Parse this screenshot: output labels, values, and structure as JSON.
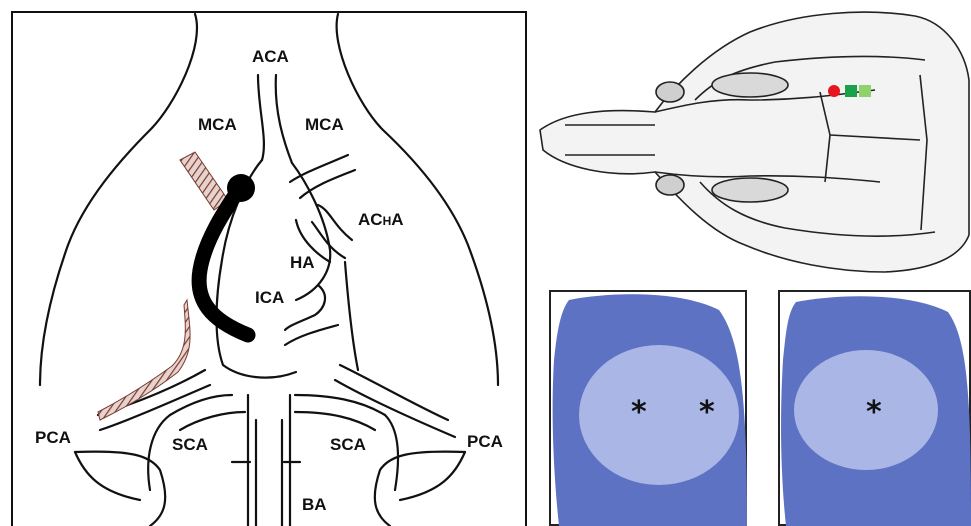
{
  "vessel_diagram": {
    "labels": {
      "aca": "ACA",
      "mca_left": "MCA",
      "mca_right": "MCA",
      "acha": "AC",
      "acha_small": "H",
      "acha_tail": "A",
      "ha": "HA",
      "ica": "ICA",
      "pca_left": "PCA",
      "pca_right": "PCA",
      "sca_left": "SCA",
      "sca_right": "SCA",
      "ba": "BA"
    },
    "colors": {
      "line": "#111111",
      "occluder": "#000000",
      "hatch_fill": "#c9a9a0",
      "hatch_stroke": "#7a3b30"
    }
  },
  "skull": {
    "markers": [
      {
        "shape": "circle",
        "color": "#e8141e"
      },
      {
        "shape": "square",
        "color": "#1aa14a"
      },
      {
        "shape": "square",
        "color": "#8fd16a"
      }
    ]
  },
  "slices": {
    "left": {
      "stars": [
        "*",
        "*"
      ]
    },
    "right": {
      "stars": [
        "*"
      ]
    },
    "colors": {
      "stain": "#5d72c3",
      "stain_light": "#aab6e6",
      "background": "#ffffff"
    }
  }
}
